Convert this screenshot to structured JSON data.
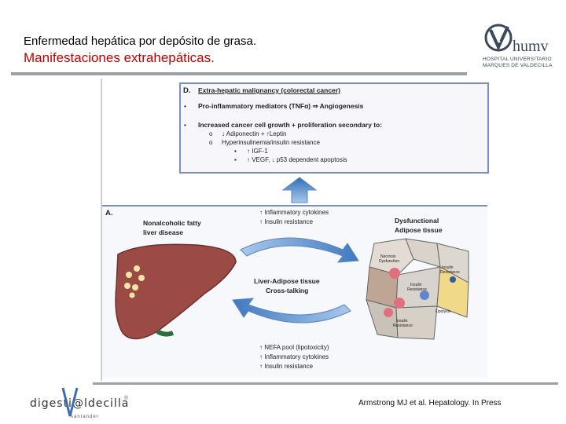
{
  "header": {
    "title": "Enfermedad hepática por depósito de grasa.",
    "subtitle": "Manifestaciones extrahepáticas.",
    "logo": {
      "name": "humv",
      "line1": "HOSPITAL UNIVERSITARIO",
      "line2": "MARQUES DE VALDECILLA"
    }
  },
  "figure": {
    "panel_d": {
      "label": "D.",
      "heading": "Extra-hepatic malignancy (colorectal cancer)",
      "item1": "Pro-inflammatory mediators (TNFα) ⇒ Angiogenesis",
      "item2": "Increased cancer cell growth + proliferation secondary to:",
      "sub1": "↓ Adiponectin + ↑Leptin",
      "sub2": "Hyperinsulinemia/insulin resistance",
      "sub3": "↑ IGF-1",
      "sub4": "↑ VEGF, ↓ p53 dependent apoptosis"
    },
    "panel_a": {
      "label": "A.",
      "liver_title_line1": "Nonalcoholic fatty",
      "liver_title_line2": "liver disease",
      "top_arrow_line1": "↑ Inflammatory cytokines",
      "top_arrow_line2": "↑ Insulin resistance",
      "adipose_title_line1": "Dysfunctional",
      "adipose_title_line2": "Adipose tissue",
      "center_line1": "Liver-Adipose tissue",
      "center_line2": "Cross-talking",
      "bottom_line1": "↑ NEFA pool (lipotoxicity)",
      "bottom_line2": "↑ Inflammatory cytokines",
      "bottom_line3": "↑ Insulin resistance",
      "cell_necrosis_1": "Necrosis",
      "cell_necrosis_2": "Dysfunction",
      "cell_ir_1": "Insulin",
      "cell_ir_2": "Resistance",
      "cell_ir2_1": "Insulin",
      "cell_ir2_2": "Resistance",
      "cell_lipolysis": "Lipolysis",
      "cell_ir3_1": "Insulin",
      "cell_ir3_2": "Resistance"
    }
  },
  "footer": {
    "logo_text": "digesti@ldecilla",
    "logo_v": "V",
    "logo_sub": "santander",
    "registered": "®",
    "citation": "Armstrong MJ et al. Hepatology. In Press"
  },
  "colors": {
    "title_red": "#c00000",
    "panel_border": "#7b8fbf",
    "arrow_blue": "#4f86c6",
    "liver": "#9c4a45"
  }
}
